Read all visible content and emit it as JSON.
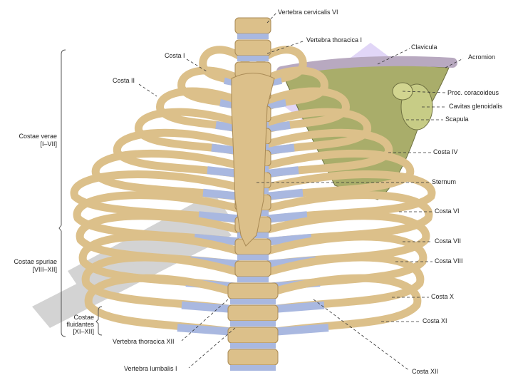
{
  "labels": {
    "vertebra_cervicalis_vi": "Vertebra cervicalis VI",
    "vertebra_thoracica_i": "Vertebra thoracica I",
    "costa_i": "Costa I",
    "costa_ii": "Costa II",
    "clavicula": "Clavicula",
    "acromion": "Acromion",
    "proc_coracoideus": "Proc. coracoideus",
    "cavitas_glenoidalis": "Cavitas glenoidalis",
    "scapula": "Scapula",
    "costa_iv": "Costa IV",
    "sternum": "Sternum",
    "costa_vi": "Costa VI",
    "costa_vii": "Costa VII",
    "costa_viii": "Costa VIII",
    "costa_x": "Costa X",
    "costa_xi": "Costa XI",
    "costa_xii": "Costa XII",
    "vertebra_thoracica_xii": "Vertebra thoracica XII",
    "vertebra_lumbalis_i": "Vertebra lumbalis I"
  },
  "groups": {
    "verae": {
      "name": "Costae verae",
      "range": "[I–VII]"
    },
    "spuriae": {
      "name": "Costae spuriae",
      "range": "[VIII–XII]"
    },
    "fluitantes": {
      "name1": "Costae",
      "name2": "fluidantes",
      "range": "[XI–XII]"
    }
  },
  "colors": {
    "bone": "#dcc08a",
    "bone_dark": "#a98a55",
    "cartilage": "#a9b8e0",
    "scapula": "#a9ad6a",
    "watermark": "#b0b0b0",
    "watermark_purple": "#c9b5f0"
  }
}
